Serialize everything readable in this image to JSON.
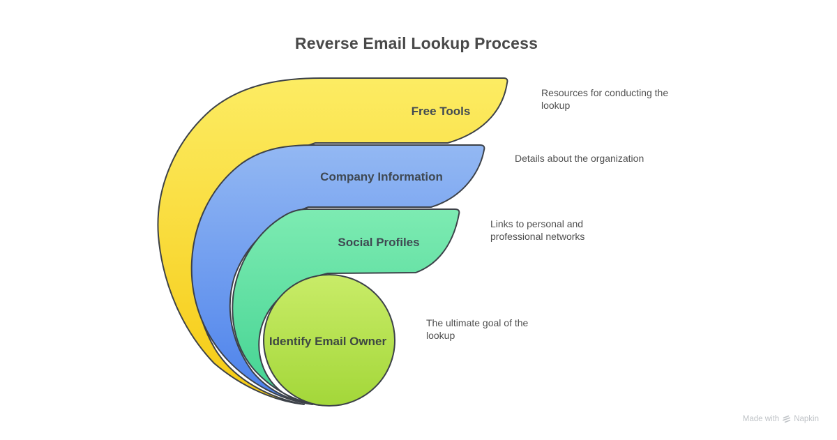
{
  "title": "Reverse Email Lookup Process",
  "diagram": {
    "layers": [
      {
        "label": "Free Tools",
        "annotation": "Resources for conducting the lookup"
      },
      {
        "label": "Company Information",
        "annotation": "Details about the organization"
      },
      {
        "label": "Social Profiles",
        "annotation": "Links to personal and professional networks"
      },
      {
        "label": "Identify Email Owner",
        "annotation": "The ultimate goal of the lookup"
      }
    ]
  },
  "colors": {
    "yellow_top": "#FCEC63",
    "yellow_bottom": "#F6CA12",
    "blue_top": "#93B8F3",
    "blue_bottom": "#4A80EB",
    "green_top": "#7DEBB2",
    "green_bottom": "#41D291",
    "circle_top": "#C9EC68",
    "circle_bottom": "#A3D739",
    "outline": "#3C4148",
    "label_text": "#3F4852",
    "annotation_text": "#4F4F4F",
    "title_text": "#494949",
    "watermark_text": "#BFC3C7"
  },
  "watermark": {
    "prefix": "Made with",
    "brand": "Napkin"
  }
}
